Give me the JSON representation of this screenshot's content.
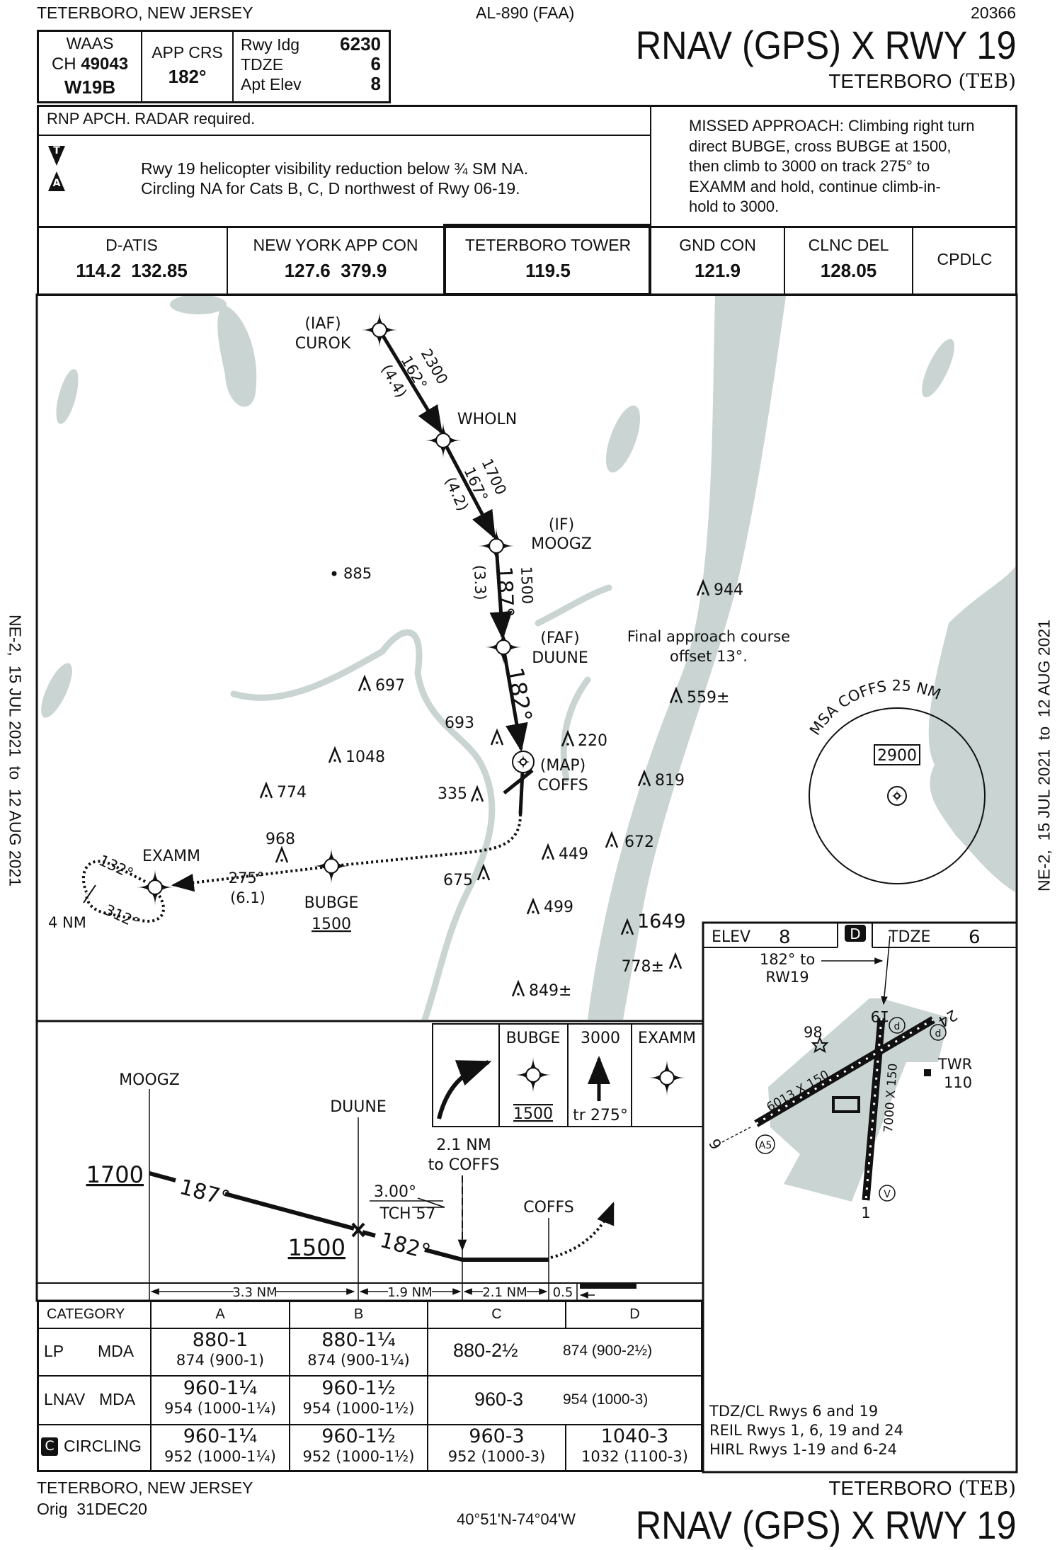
{
  "header": {
    "location": "TETERBORO, NEW JERSEY",
    "chart_id": "AL-890 (FAA)",
    "procedure_number": "20366"
  },
  "title": "RNAV (GPS) X RWY 19",
  "airport_name": "TETERBORO",
  "airport_id": "(TEB)",
  "briefing": {
    "waas_label": "WAAS",
    "ch_label": "CH",
    "channel": "49043",
    "approach_id": "W19B",
    "app_crs_label": "APP CRS",
    "app_crs": "182°",
    "rwy_ldg_label": "Rwy Idg",
    "rwy_ldg": "6230",
    "tdze_label": "TDZE",
    "tdze": "6",
    "apt_elev_label": "Apt Elev",
    "apt_elev": "8"
  },
  "notes": {
    "rnp": "RNP APCH. RADAR required.",
    "t_symbol": "T",
    "a_symbol": "A",
    "line1": "Rwy 19 helicopter visibility reduction below ¾ SM NA.",
    "line2": "Circling NA for Cats B, C, D northwest of Rwy 06-19.",
    "missed_approach": [
      "MISSED APPROACH: Climbing right turn",
      "direct BUBGE, cross BUBGE at 1500,",
      "then climb to 3000 on track 275° to",
      "EXAMM and hold, continue climb-in-",
      "hold to 3000."
    ]
  },
  "comms": [
    {
      "label": "D-ATIS",
      "freqs": "114.2  132.85"
    },
    {
      "label": "NEW YORK APP CON",
      "freqs": "127.6  379.9"
    },
    {
      "label": "TETERBORO TOWER",
      "freqs": "119.5"
    },
    {
      "label": "GND CON",
      "freqs": "121.9"
    },
    {
      "label": "CLNC DEL",
      "freqs": "128.05"
    },
    {
      "label": "CPDLC",
      "freqs": ""
    }
  ],
  "plan": {
    "fixes": {
      "curok": {
        "role": "(IAF)",
        "name": "CUROK"
      },
      "wholn": {
        "name": "WHOLN"
      },
      "moogz": {
        "role": "(IF)",
        "name": "MOOGZ"
      },
      "duune": {
        "role": "(FAF)",
        "name": "DUUNE"
      },
      "coffs": {
        "role": "(MAP)",
        "name": "COFFS"
      },
      "bubge": {
        "name": "BUBGE",
        "altitude": "1500"
      },
      "examm": {
        "name": "EXAMM"
      }
    },
    "legs": [
      {
        "alt": "2300",
        "course": "162°",
        "dist": "(4.4)"
      },
      {
        "alt": "1700",
        "course": "167°",
        "dist": "(4.2)"
      },
      {
        "alt": "1500",
        "course": "187°",
        "dist": "(3.3)"
      },
      {
        "course": "182°"
      }
    ],
    "missed": {
      "course": "275°",
      "dist": "(6.1)"
    },
    "holding": {
      "inbound": "132°",
      "outbound": "312°",
      "leg": "4 NM"
    },
    "spot_elevation": "885",
    "obstacles": [
      "944",
      "697",
      "1048",
      "774",
      "968",
      "693",
      "335",
      "220",
      "559±",
      "819",
      "672",
      "449",
      "675",
      "499",
      "1649",
      "778±",
      "849±"
    ],
    "final_note": [
      "Final approach course",
      "offset 13°."
    ],
    "msa": {
      "label": "MSA COFFS 25 NM",
      "altitude": "2900"
    }
  },
  "profile": {
    "fixes": {
      "moogz": "MOOGZ",
      "duune": "DUUNE",
      "coffs": "COFFS"
    },
    "alt_moogz": "1700",
    "alt_duune": "1500",
    "course1": "187°",
    "course2": "182°",
    "gpa": "3.00°",
    "tch": "TCH 57",
    "vdp_note": [
      "2.1 NM",
      "to COFFS"
    ],
    "distances": [
      "3.3 NM",
      "1.9 NM",
      "2.1 NM",
      "0.5"
    ],
    "missed_icons": {
      "fix1": "BUBGE",
      "fix1_alt": "1500",
      "climb_alt": "3000",
      "track": "tr 275°",
      "fix2": "EXAMM"
    }
  },
  "minima": {
    "headers": [
      "CATEGORY",
      "A",
      "B",
      "C",
      "D"
    ],
    "lp": {
      "label": "LP",
      "type": "MDA",
      "a": [
        "880-1",
        "874 (900-1)"
      ],
      "b": [
        "880-1¼",
        "874 (900-1¼)"
      ],
      "cd": [
        "880-2½",
        "874 (900-2½)"
      ]
    },
    "lnav": {
      "label": "LNAV",
      "type": "MDA",
      "a": [
        "960-1¼",
        "954 (1000-1¼)"
      ],
      "b": [
        "960-1½",
        "954 (1000-1½)"
      ],
      "cd": [
        "960-3",
        "954 (1000-3)"
      ]
    },
    "circling": {
      "badge": "C",
      "label": "CIRCLING",
      "a": [
        "960-1¼",
        "952 (1000-1¼)"
      ],
      "b": [
        "960-1½",
        "952 (1000-1½)"
      ],
      "c": [
        "960-3",
        "952 (1000-3)"
      ],
      "d": [
        "1040-3",
        "1032 (1100-3)"
      ]
    }
  },
  "airport": {
    "elev_label": "ELEV",
    "elev": "8",
    "d_badge": "D",
    "tdze_label": "TDZE",
    "tdze": "6",
    "course_note": [
      "182° to",
      "RW19"
    ],
    "rwy_ends": [
      "19",
      "24",
      "1",
      "6"
    ],
    "rwy_dims": [
      "6013 X 150",
      "7000 X 150"
    ],
    "obstacle": "98",
    "tower": [
      "TWR",
      "110"
    ],
    "markers": [
      "d",
      "d",
      "A5",
      "V"
    ],
    "lighting": [
      "TDZ/CL Rwys 6 and 19",
      "REIL Rwys 1, 6, 19 and 24",
      "HIRL Rwys 1-19 and 6-24"
    ]
  },
  "footer": {
    "location": "TETERBORO, NEW JERSEY",
    "amendment": "Orig  31DEC20",
    "coords": "40°51'N-74°04'W"
  },
  "side_text": "NE-2,  15 JUL 2021  to  12 AUG 2021",
  "colors": {
    "water": "#c9d4d3",
    "ink": "#111111"
  }
}
